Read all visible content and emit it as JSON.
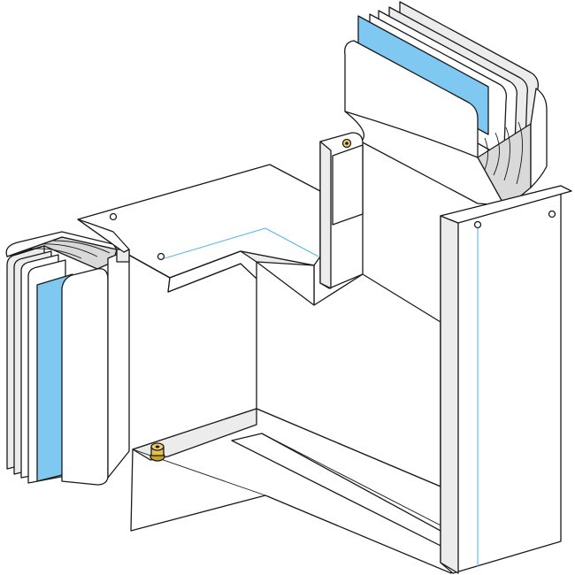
{
  "figure": {
    "subject": "busbar-trunking-tee-elbow-component",
    "colors": {
      "outline": "#1a1a1a",
      "panel": "#ffffff",
      "panel_shade": "#ececec",
      "fold_shade": "#d9d9d9",
      "insulator_blue": "#7ec8f2",
      "wire_blue": "#5bb8e6",
      "brass_fitting": "#c9a227"
    },
    "parts": [
      {
        "id": "left-busbar-pack",
        "busbar_count": 5
      },
      {
        "id": "right-busbar-pack",
        "busbar_count": 5
      },
      {
        "id": "top-cover-plate"
      },
      {
        "id": "vertical-housing"
      },
      {
        "id": "bottom-channel"
      }
    ]
  }
}
